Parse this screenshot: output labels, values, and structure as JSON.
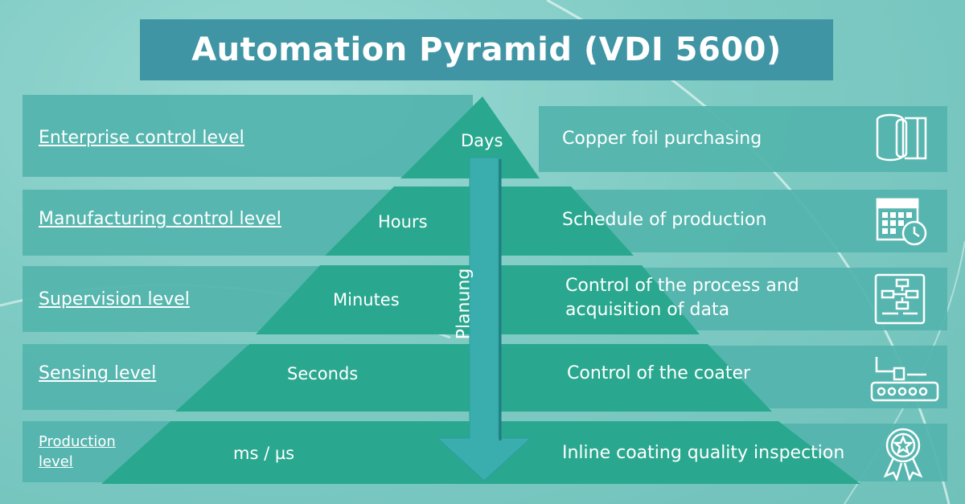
{
  "title": "Automation Pyramid (VDI 5600)",
  "levels": [
    {
      "label": "Enterprise control level",
      "time": "Days",
      "task": "Copper foil purchasing",
      "icon": "copper-foil-roll-icon"
    },
    {
      "label": "Manufacturing control level",
      "time": "Hours",
      "task": "Schedule of production",
      "icon": "calendar-clock-icon"
    },
    {
      "label": "Supervision level",
      "time": "Minutes",
      "task_line1": "Control of the process and",
      "task_line2": "acquisition of data",
      "icon": "process-flow-icon"
    },
    {
      "label": "Sensing level",
      "time": "Seconds",
      "task": "Control of the coater",
      "icon": "coater-machine-icon"
    },
    {
      "label_line1": "Production",
      "label_line2": "level",
      "time": "ms / µs",
      "task": "Inline coating quality inspection",
      "icon": "quality-award-icon"
    }
  ],
  "arrow_label": "Planung",
  "colors": {
    "background": "#7fcbc4",
    "title_bg": "#3f95a4",
    "band": "#54b5ae",
    "pyramid": "#2aa88f",
    "arrow": "#3aaeae"
  }
}
